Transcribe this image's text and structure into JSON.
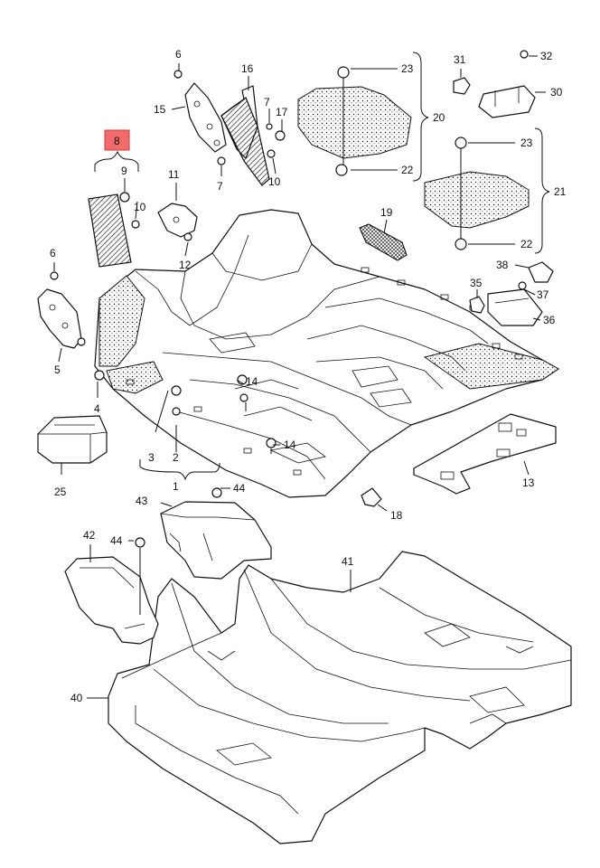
{
  "highlight_color": "#f26b6b",
  "labels": {
    "l1": "1",
    "l2": "2",
    "l3": "3",
    "l4": "4",
    "l5": "5",
    "l6a": "6",
    "l6b": "6",
    "l7a": "7",
    "l7b": "7",
    "l8": "8",
    "l9": "9",
    "l10a": "10",
    "l10b": "10",
    "l11": "11",
    "l12": "12",
    "l13": "13",
    "l14a": "14",
    "l14b": "14",
    "l15": "15",
    "l16": "16",
    "l17": "17",
    "l18": "18",
    "l19": "19",
    "l20": "20",
    "l21": "21",
    "l22a": "22",
    "l22b": "22",
    "l23a": "23",
    "l23b": "23",
    "l25": "25",
    "l30": "30",
    "l31": "31",
    "l32": "32",
    "l35": "35",
    "l36": "36",
    "l37": "37",
    "l38": "38",
    "l40": "40",
    "l41": "41",
    "l42": "42",
    "l43": "43",
    "l44a": "44",
    "l44b": "44"
  }
}
